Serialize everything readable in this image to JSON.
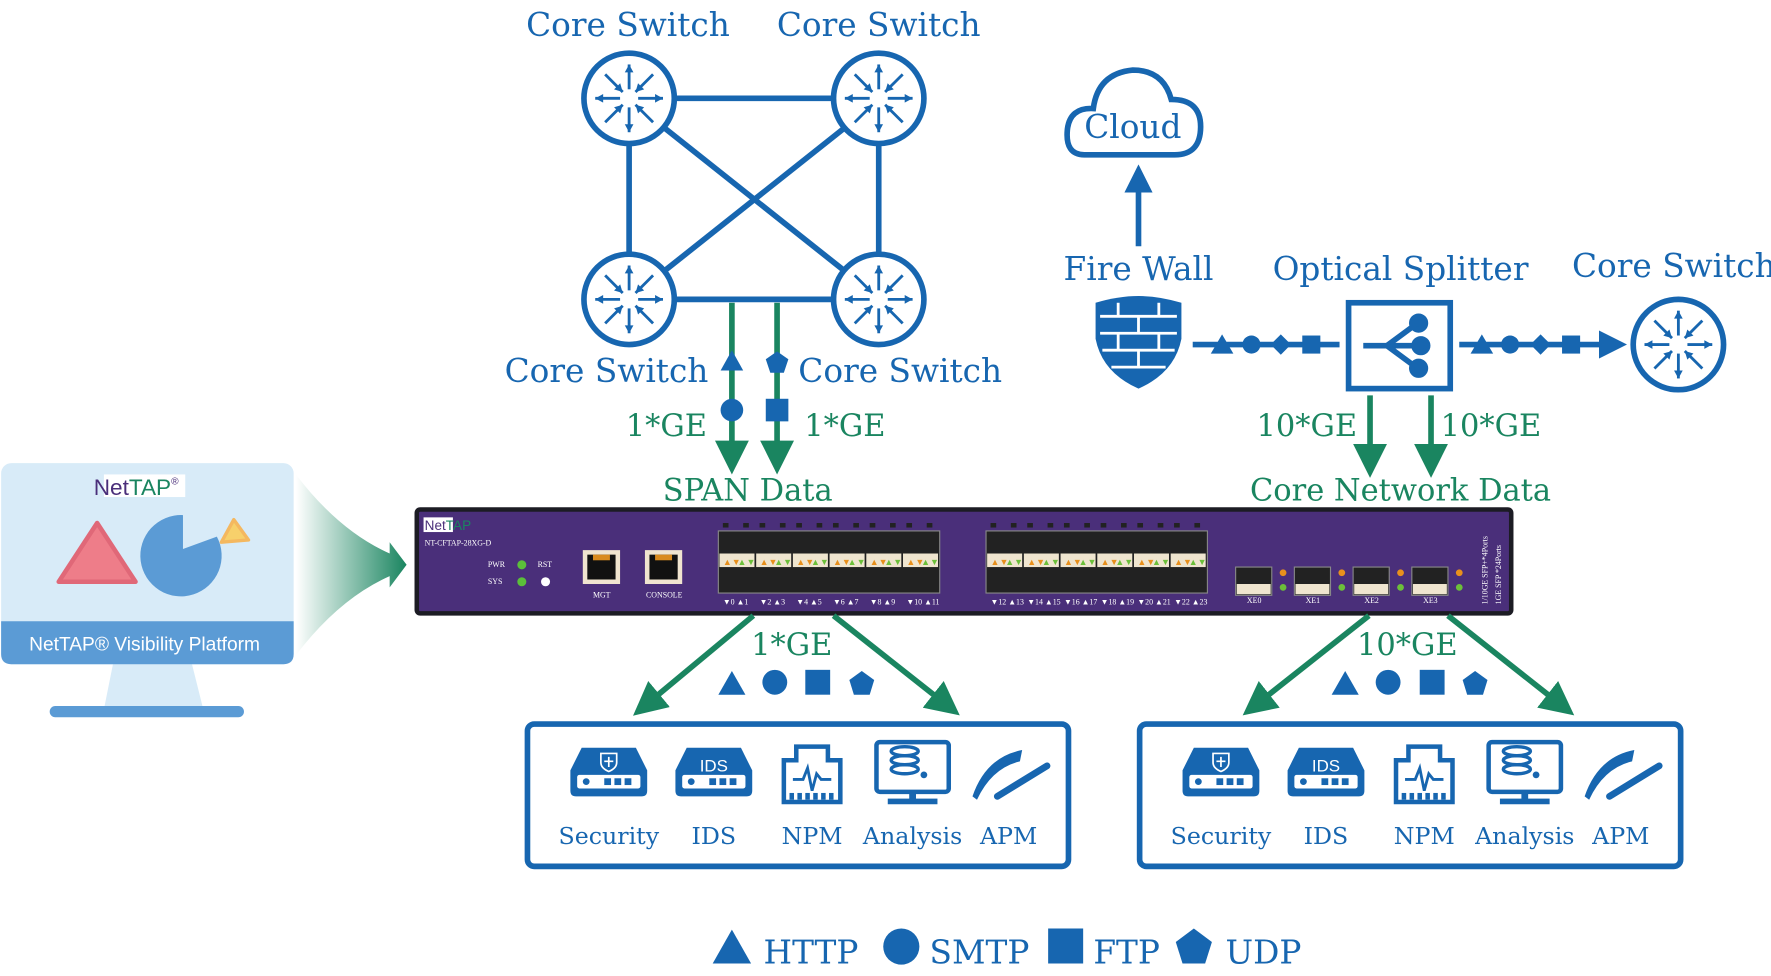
{
  "colors": {
    "blue": "#1766b0",
    "green": "#1a8560",
    "device": "#4a2f7a"
  },
  "core_switches": {
    "top_left": "Core Switch",
    "top_right": "Core Switch",
    "bottom_left": "Core Switch",
    "bottom_right": "Core Switch",
    "right": "Core Switch"
  },
  "cloud": "Cloud",
  "firewall": "Fire Wall",
  "optical_splitter": "Optical Splitter",
  "span": {
    "left_speed": "1*GE",
    "right_speed": "1*GE",
    "label": "SPAN Data"
  },
  "core_network": {
    "left_speed": "10*GE",
    "right_speed": "10*GE",
    "label": "Core Network Data"
  },
  "device": {
    "brand_net": "Net",
    "brand_tap": "TAP",
    "model": "NT-CFTAP-28XG-D",
    "led_pwr": "PWR",
    "led_sys": "SYS",
    "led_rst": "RST",
    "mgt": "MGT",
    "console": "CONSOLE",
    "port_labels": [
      "▼0 ▲1",
      "▼2 ▲3",
      "▼4 ▲5",
      "▼6 ▲7",
      "▼8 ▲9",
      "▼10 ▲11",
      "▼12 ▲13",
      "▼14 ▲15",
      "▼16 ▲17",
      "▼18 ▲19",
      "▼20 ▲21",
      "▼22 ▲23"
    ],
    "xe_labels": [
      "XE0",
      "XE1",
      "XE2",
      "XE3"
    ],
    "side_text_1": "1/10GE SFP+*4Ports",
    "side_text_2": "1GE SFP *24Ports"
  },
  "platform": {
    "logo_net": "Net",
    "logo_tap": "TAP",
    "logo_reg": "®",
    "title": "NetTAP® Visibility Platform"
  },
  "outputs": [
    {
      "speed": "1*GE",
      "tools": [
        "Security",
        "IDS",
        "NPM",
        "Analysis",
        "APM"
      ],
      "ids_badge": "IDS"
    },
    {
      "speed": "10*GE",
      "tools": [
        "Security",
        "IDS",
        "NPM",
        "Analysis",
        "APM"
      ],
      "ids_badge": "IDS"
    }
  ],
  "legend": [
    {
      "shape": "triangle",
      "label": "HTTP"
    },
    {
      "shape": "circle",
      "label": "SMTP"
    },
    {
      "shape": "square",
      "label": "FTP"
    },
    {
      "shape": "pentagon",
      "label": "UDP"
    }
  ]
}
